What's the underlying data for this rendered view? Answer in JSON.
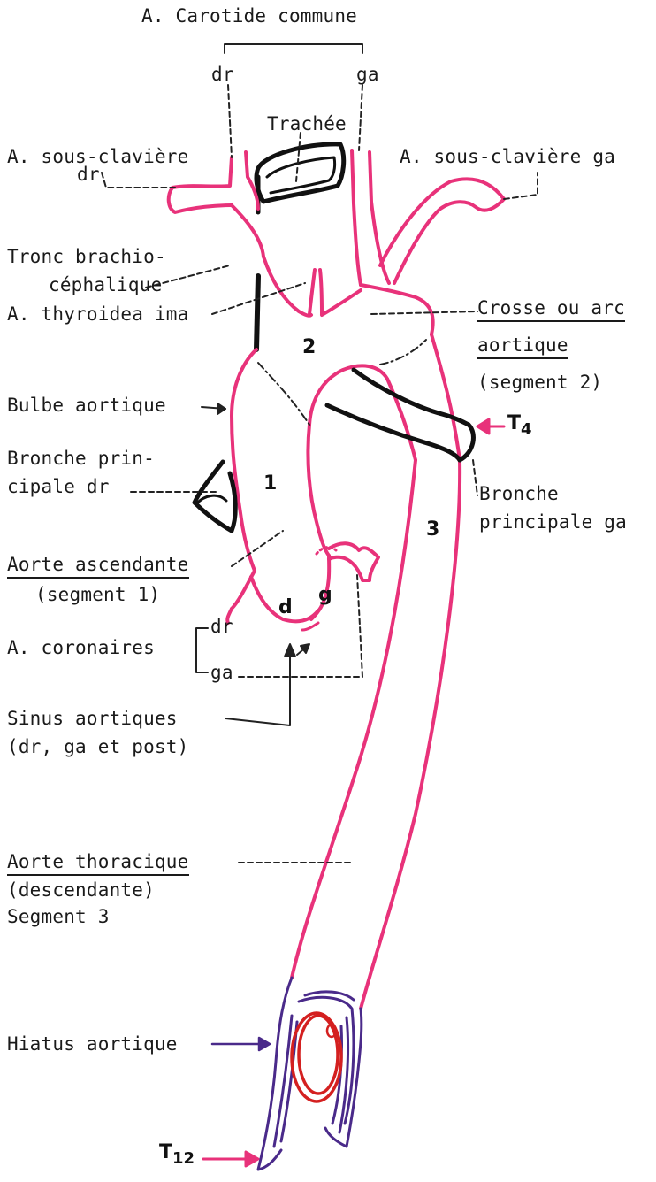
{
  "labels": {
    "carotid": "A. Carotide commune",
    "carotid_dr": "dr",
    "carotid_ga": "ga",
    "trachea": "Trachée",
    "subclav_dr_1": "A. sous-clavière",
    "subclav_dr_2": "dr",
    "subclav_ga": "A. sous-clavière ga",
    "tronc_1": "Tronc brachio-",
    "tronc_2": "céphalique",
    "thyroidea": "A. thyroidea ima",
    "crosse_1": "Crosse ou arc",
    "crosse_2": "aortique",
    "crosse_3": "(segment 2)",
    "bulbe": "Bulbe aortique",
    "bronche_dr_1": "Bronche prin-",
    "bronche_dr_2": "cipale dr",
    "bronche_ga_1": "Bronche",
    "bronche_ga_2": "principale ga",
    "aorte_asc_1": "Aorte ascendante",
    "aorte_asc_2": "(segment 1)",
    "coronaires": "A. coronaires",
    "coronaires_dr": "dr",
    "coronaires_ga": "ga",
    "sinus_1": "Sinus aortiques",
    "sinus_2": "(dr, ga et post)",
    "thoracique_1": "Aorte thoracique",
    "thoracique_2": "(descendante)",
    "thoracique_3": "Segment 3",
    "hiatus": "Hiatus aortique"
  },
  "segments": {
    "seg1": "1",
    "seg2": "2",
    "seg3": "3"
  },
  "sinus_marks": {
    "d": "d",
    "g": "g"
  },
  "vertebrae": {
    "t4_letter": "T",
    "t4_sub": "4",
    "t12_letter": "T",
    "t12_sub": "12"
  },
  "colors": {
    "aorta": "#e8327a",
    "bronchus": "#111111",
    "diaphragm": "#4a2a8a",
    "hiatus_inner": "#d42020",
    "leader": "#222222"
  }
}
